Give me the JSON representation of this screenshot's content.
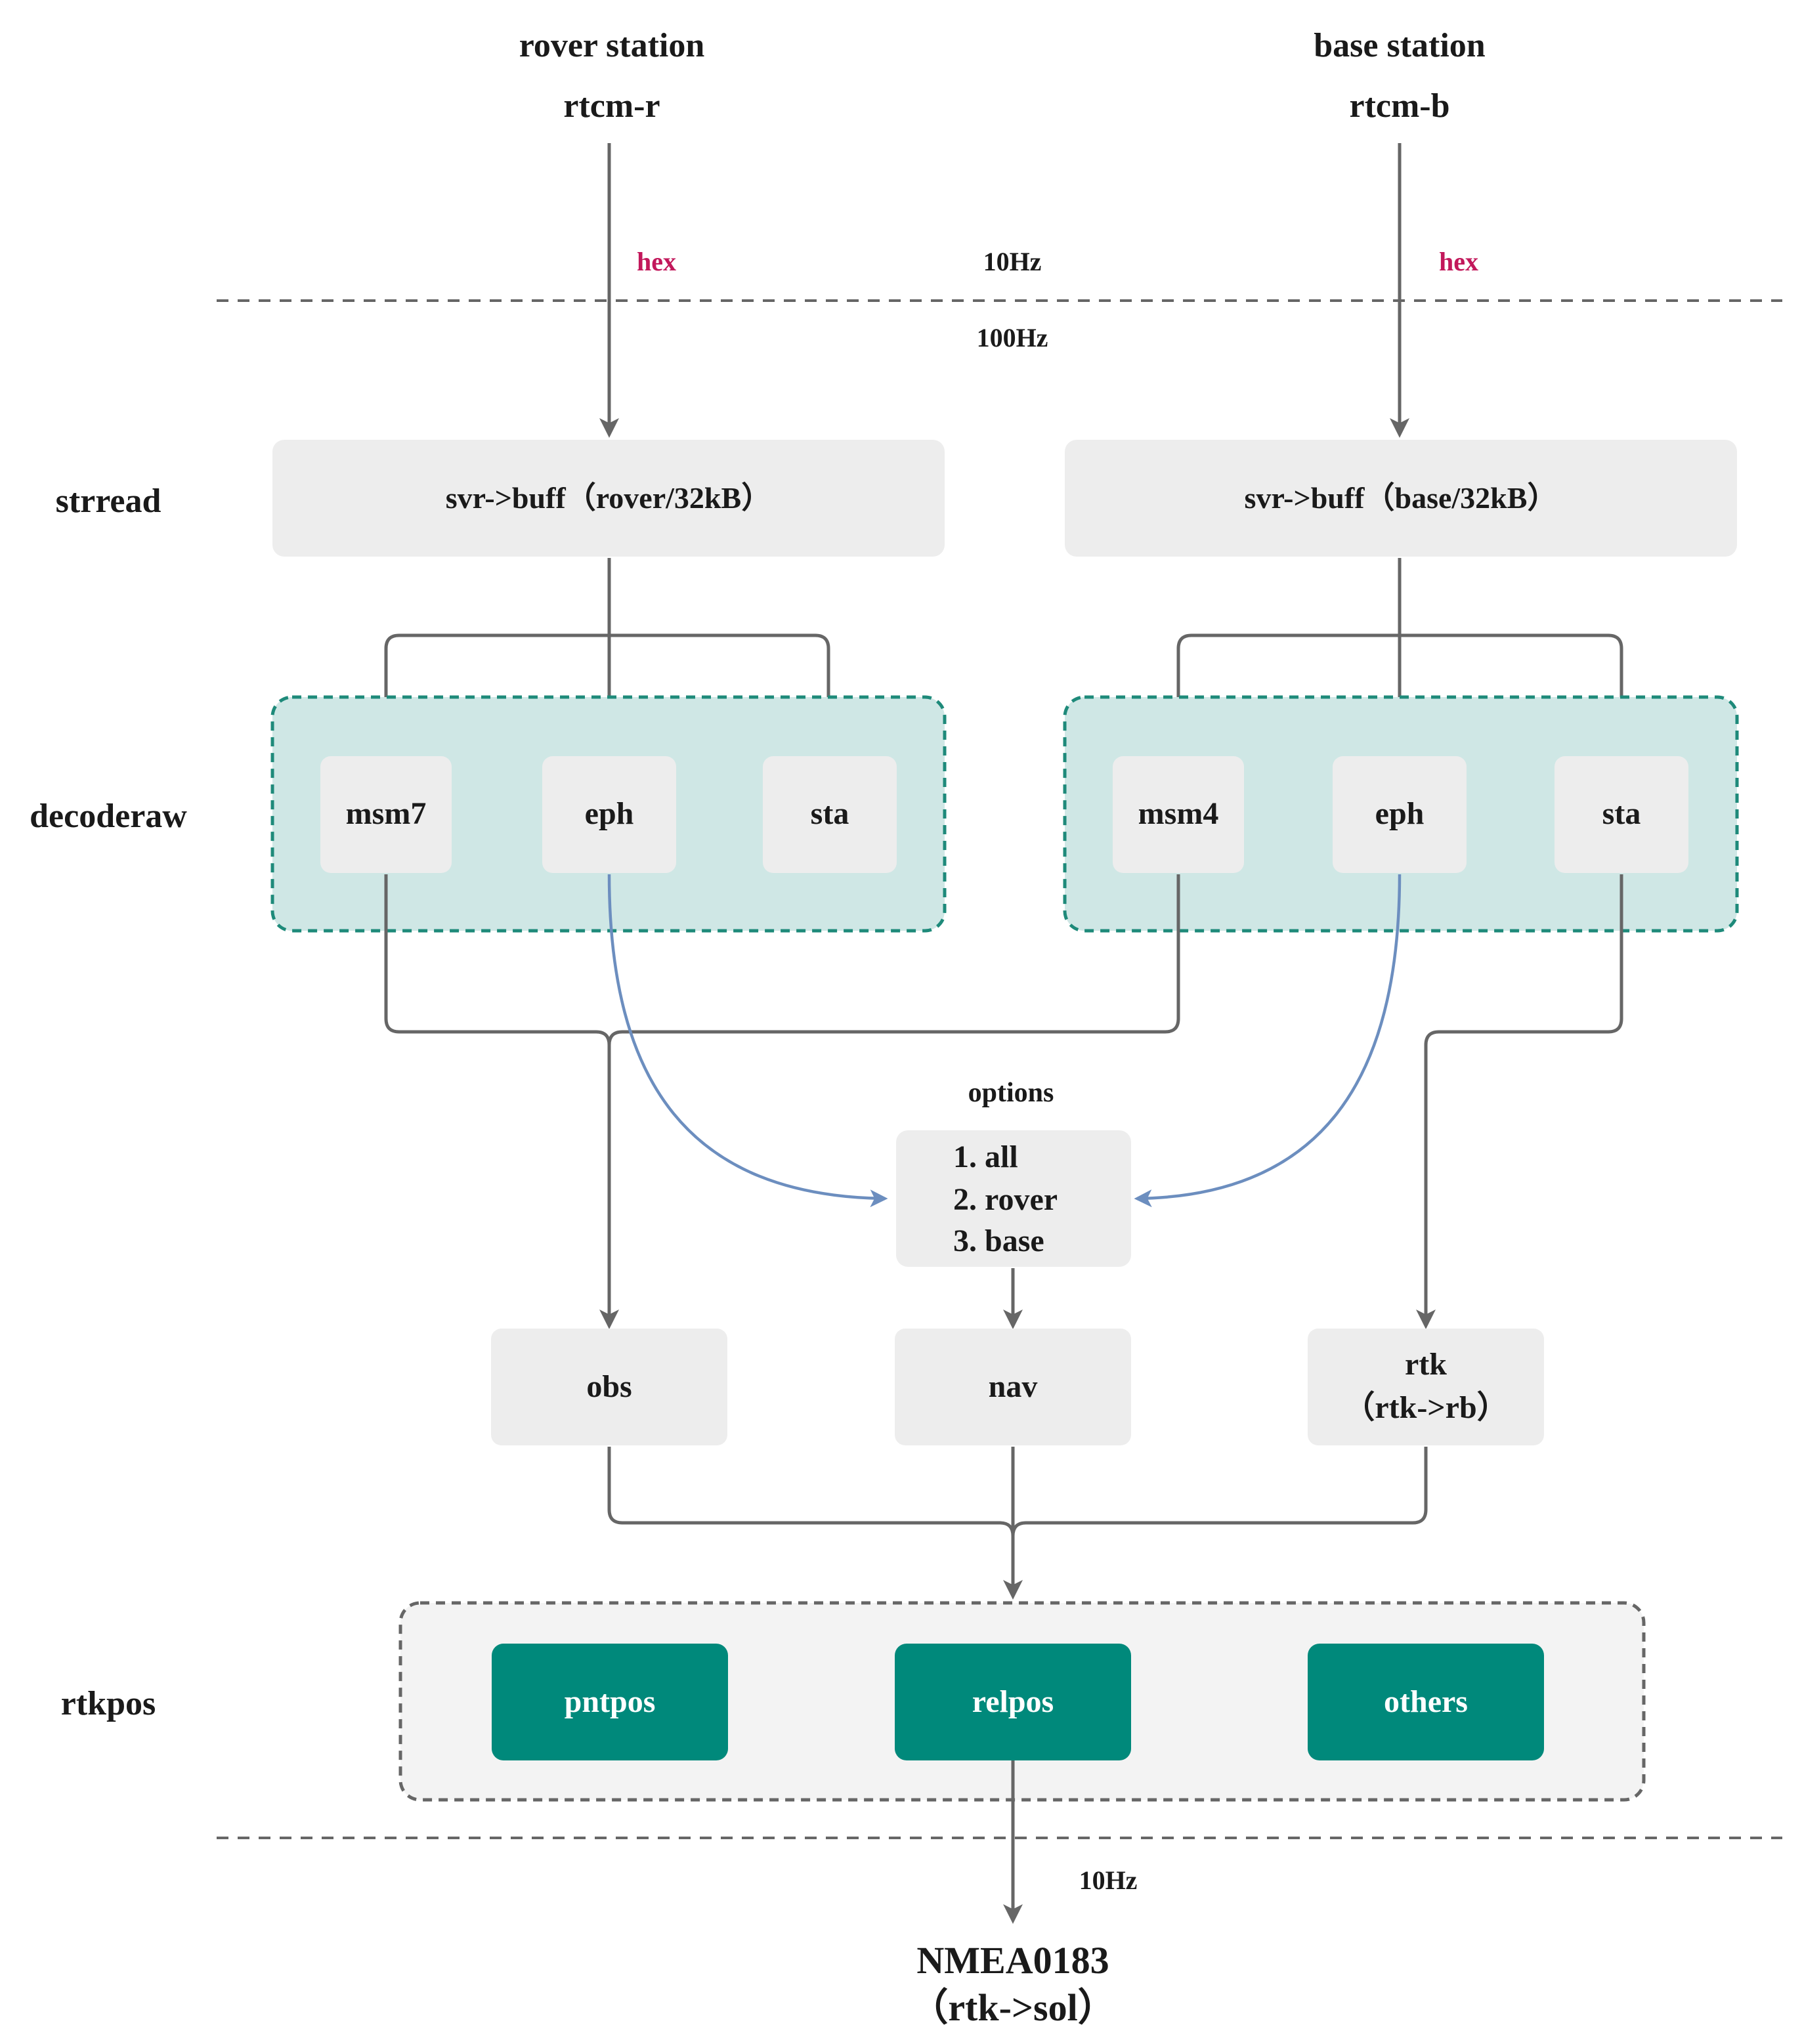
{
  "stations": {
    "rover": {
      "title": "rover station",
      "stream": "rtcm-r",
      "format": "hex"
    },
    "base": {
      "title": "base station",
      "stream": "rtcm-b",
      "format": "hex"
    }
  },
  "rates": {
    "input": "10Hz",
    "internal": "100Hz",
    "output": "10Hz"
  },
  "stages": {
    "strread": "strread",
    "decoderaw": "decoderaw",
    "rtkpos": "rtkpos"
  },
  "buffers": {
    "rover": "svr->buff（rover/32kB）",
    "base": "svr->buff（base/32kB）"
  },
  "decode": {
    "rover": [
      "msm7",
      "eph",
      "sta"
    ],
    "base": [
      "msm4",
      "eph",
      "sta"
    ]
  },
  "options": {
    "title": "options",
    "items": [
      "1. all",
      "2. rover",
      "3. base"
    ]
  },
  "outputs": {
    "obs": "obs",
    "nav": "nav",
    "rtk_line1": "rtk",
    "rtk_line2": "（rtk->rb）"
  },
  "solvers": [
    "pntpos",
    "relpos",
    "others"
  ],
  "final": {
    "line1": "NMEA0183",
    "line2": "（rtk->sol）"
  },
  "colors": {
    "accent_green": "#00897b",
    "decode_fill": "#cfe7e5",
    "box_fill": "#ededed",
    "wire": "#666666",
    "eph_link": "#6c8ebf",
    "hex_label": "#c2185b"
  }
}
